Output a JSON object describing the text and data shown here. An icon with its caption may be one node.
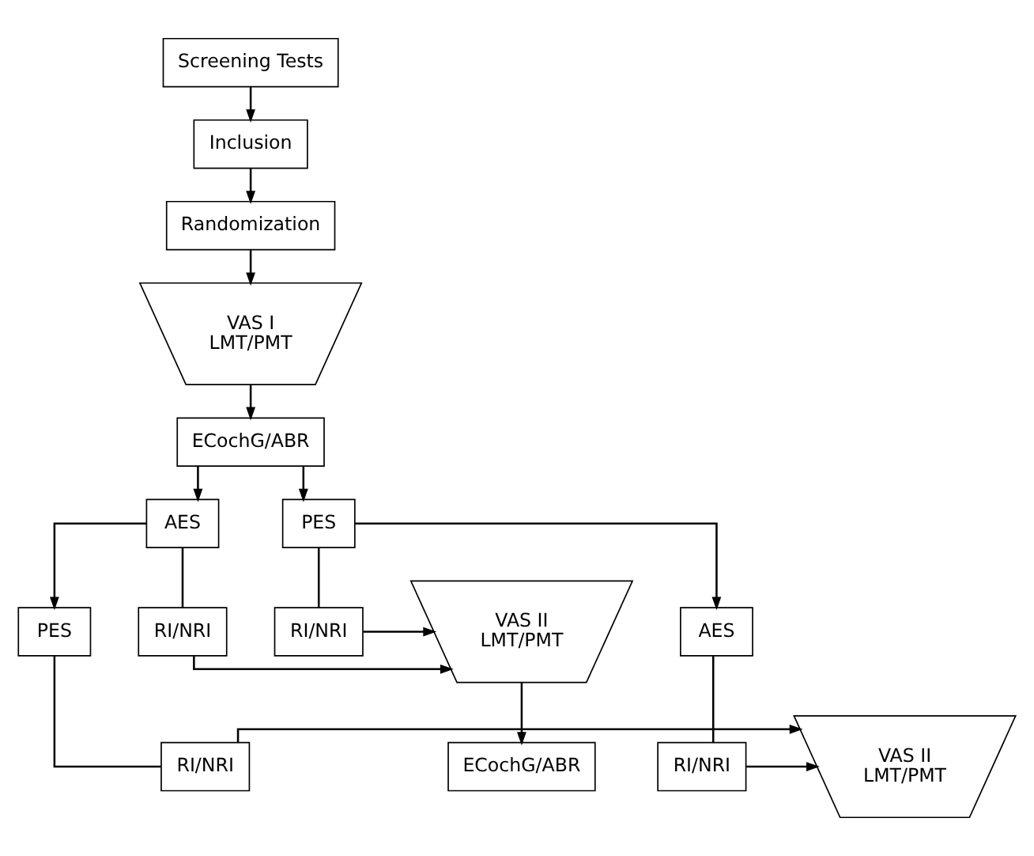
{
  "diagram": {
    "nodes": [
      {
        "text": [
          "Screening Tests"
        ]
      },
      {
        "text": [
          "Inclusion"
        ]
      },
      {
        "text": [
          "Randomization"
        ]
      },
      {
        "text": [
          "VAS I LMT/PMT"
        ]
      },
      {
        "text": [
          "ECochG/ABR"
        ]
      },
      {
        "text": [
          "AES"
        ]
      },
      {
        "text": [
          "PES"
        ]
      },
      {
        "text": [
          "RI/NRI"
        ]
      },
      {
        "text": [
          "VAS II LMT/PMT"
        ]
      },
      {
        "text": [
          "RI/NRI"
        ]
      },
      {
        "text": [
          "ECochG/ABR"
        ]
      },
      {
        "text": [
          "PES"
        ]
      },
      {
        "text": [
          "AES"
        ]
      },
      {
        "text": [
          "RI/NRI"
        ]
      },
      {
        "text": [
          "VAS II LMT/PMT"
        ]
      },
      {
        "text": [
          "RI/NRI"
        ]
      }
    ],
    "edges": [
      {
        "from": 0,
        "to": 1,
        "arrow": "to"
      },
      {
        "from": 1,
        "to": 2,
        "arrow": "to"
      },
      {
        "from": 2,
        "to": 3,
        "arrow": "to"
      },
      {
        "from": 3,
        "to": 4,
        "arrow": "to"
      },
      {
        "from": 4,
        "to": 5,
        "arrow": "to"
      },
      {
        "from": 4,
        "to": 6,
        "arrow": "to"
      },
      {
        "from": 5,
        "to": 7,
        "arrow": "none"
      },
      {
        "from": 7,
        "to": 8,
        "arrow": "to"
      },
      {
        "from": 6,
        "to": 9,
        "arrow": "none"
      },
      {
        "from": 9,
        "to": 8,
        "arrow": "to"
      },
      {
        "from": 8,
        "to": 10,
        "arrow": "to"
      },
      {
        "from": 5,
        "to": 11,
        "arrow": "to"
      },
      {
        "from": 6,
        "to": 12,
        "arrow": "to"
      },
      {
        "from": 11,
        "to": 13,
        "arrow": "none"
      },
      {
        "from": 13,
        "to": 14,
        "arrow": "to"
      },
      {
        "from": 12,
        "to": 15,
        "arrow": "none"
      },
      {
        "from": 15,
        "to": 14,
        "arrow": "to"
      }
    ]
  }
}
